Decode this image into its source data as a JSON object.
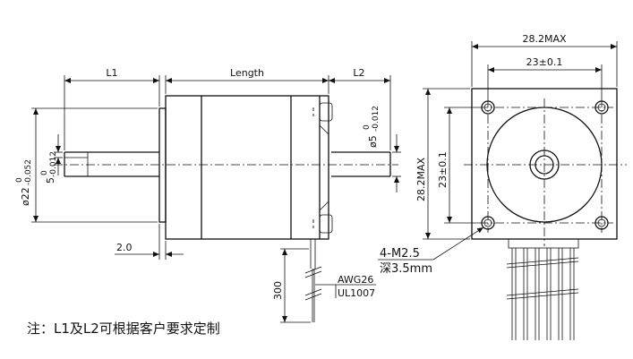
{
  "side_view": {
    "dim_l1": "L1",
    "dim_length": "Length",
    "dim_l2": "L2",
    "dim_flange_dia": "ø22",
    "dim_flange_dia_tol_upper": "0",
    "dim_flange_dia_tol_lower": "-0.052",
    "dim_shaft_flat": "5",
    "dim_shaft_flat_tol_upper": "0",
    "dim_shaft_flat_tol_lower": "-0.012",
    "dim_shaft_dia": "ø5",
    "dim_shaft_dia_tol_upper": "0",
    "dim_shaft_dia_tol_lower": "-0.012",
    "dim_boss_thickness": "2.0",
    "dim_lead_length": "300",
    "wire_gauge": "AWG26",
    "wire_standard": "UL1007"
  },
  "front_view": {
    "dim_body_width": "28.2MAX",
    "dim_body_height": "28.2MAX",
    "dim_hole_spacing_h": "23±0.1",
    "dim_hole_spacing_v": "23±0.1",
    "hole_spec": "4-M2.5",
    "hole_depth": "深3.5mm"
  },
  "note": "注：L1及L2可根据客户要求定制"
}
